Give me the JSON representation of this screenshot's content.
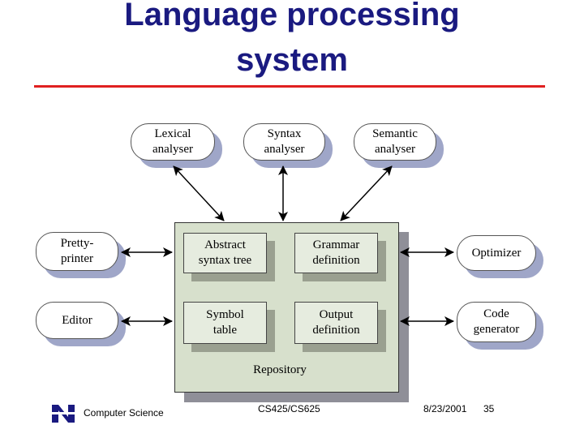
{
  "title": [
    "Language processing",
    "system"
  ],
  "colors": {
    "title": "#1a1a80",
    "rule": "#e02020",
    "repository": "#d7e0cc",
    "shadow": "#9fa6c8"
  },
  "tools": {
    "lexical": [
      "Lexical",
      "analyser"
    ],
    "syntax": [
      "Syntax",
      "analyser"
    ],
    "semantic": [
      "Semantic",
      "analyser"
    ],
    "pretty": [
      "Pretty-",
      "printer"
    ],
    "editor": [
      "Editor"
    ],
    "optimizer": [
      "Optimizer"
    ],
    "codegen": [
      "Code",
      "generator"
    ]
  },
  "repository": {
    "label": "Repository",
    "ast": [
      "Abstract",
      "syntax tree"
    ],
    "grammar": [
      "Grammar",
      "definition"
    ],
    "symbol": [
      "Symbol",
      "table"
    ],
    "output": [
      "Output",
      "definition"
    ]
  },
  "footer": {
    "logo_letter": "N",
    "dept": "Computer Science",
    "course": "CS425/CS625",
    "date": "8/23/2001",
    "page": "35"
  }
}
